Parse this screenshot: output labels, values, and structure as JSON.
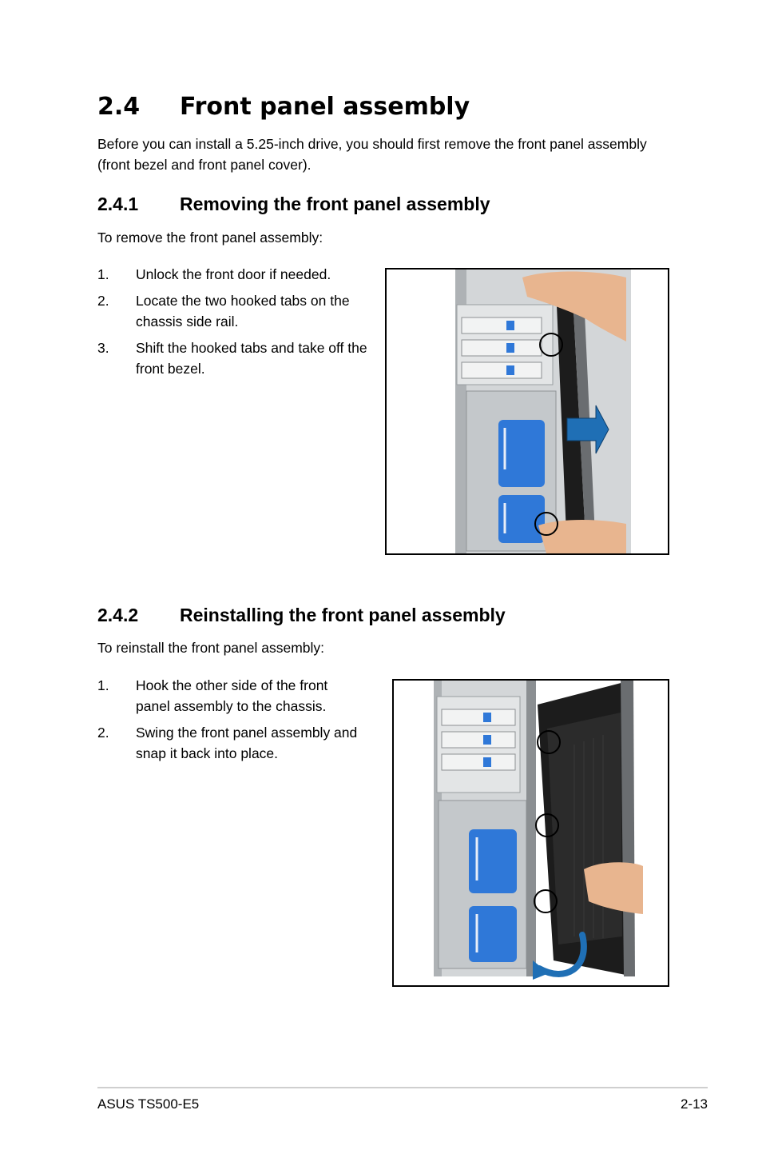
{
  "section": {
    "number": "2.4",
    "title": "Front panel assembly",
    "intro": "Before you can install a 5.25-inch drive, you should first remove the front panel assembly (front bezel and front panel cover)."
  },
  "sub1": {
    "number": "2.4.1",
    "title": "Removing the front panel assembly",
    "lead": "To remove the front panel assembly:",
    "steps": [
      {
        "n": "1.",
        "text": "Unlock the front door if needed."
      },
      {
        "n": "2.",
        "text": "Locate the two hooked tabs on the chassis side rail."
      },
      {
        "n": "3.",
        "text": "Shift the hooked tabs and take off the front bezel."
      }
    ]
  },
  "sub2": {
    "number": "2.4.2",
    "title": "Reinstalling the front panel assembly",
    "lead": "To reinstall the front panel assembly:",
    "steps": [
      {
        "n": "1.",
        "text": "Hook the other side of the front panel assembly to the chassis."
      },
      {
        "n": "2.",
        "text": "Swing the front panel assembly and snap it back into place."
      }
    ]
  },
  "footer": {
    "left": "ASUS TS500-E5",
    "right": "2-13"
  },
  "colors": {
    "bracket_blue": "#2f78d8",
    "arrow_blue": "#1f6fb5",
    "chassis_gray": "#c9cccf",
    "bezel_black": "#1c1c1c"
  }
}
